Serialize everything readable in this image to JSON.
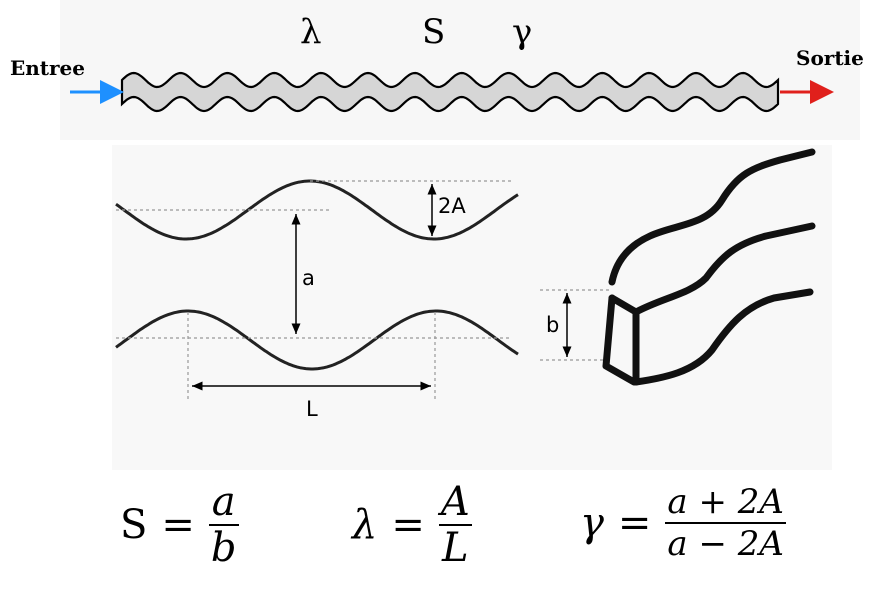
{
  "channel": {
    "inlet_label": "Entree",
    "outlet_label": "Sortie",
    "param_labels": [
      "λ",
      "S",
      "γ"
    ],
    "inlet_color": "#1e90ff",
    "outlet_color": "#e0201c",
    "tube_fill": "#d6d6d6"
  },
  "profile": {
    "amplitude_label": "2A",
    "gap_label": "a",
    "wavelength_label": "L"
  },
  "section": {
    "depth_label": "b"
  },
  "formulas": {
    "S": {
      "lhs": "S",
      "eq": "=",
      "num": "a",
      "den": "b"
    },
    "lambda": {
      "lhs": "λ",
      "eq": "=",
      "num": "A",
      "den": "L"
    },
    "gamma": {
      "lhs": "γ",
      "eq": "=",
      "num": "a + 2A",
      "den": "a − 2A"
    }
  }
}
